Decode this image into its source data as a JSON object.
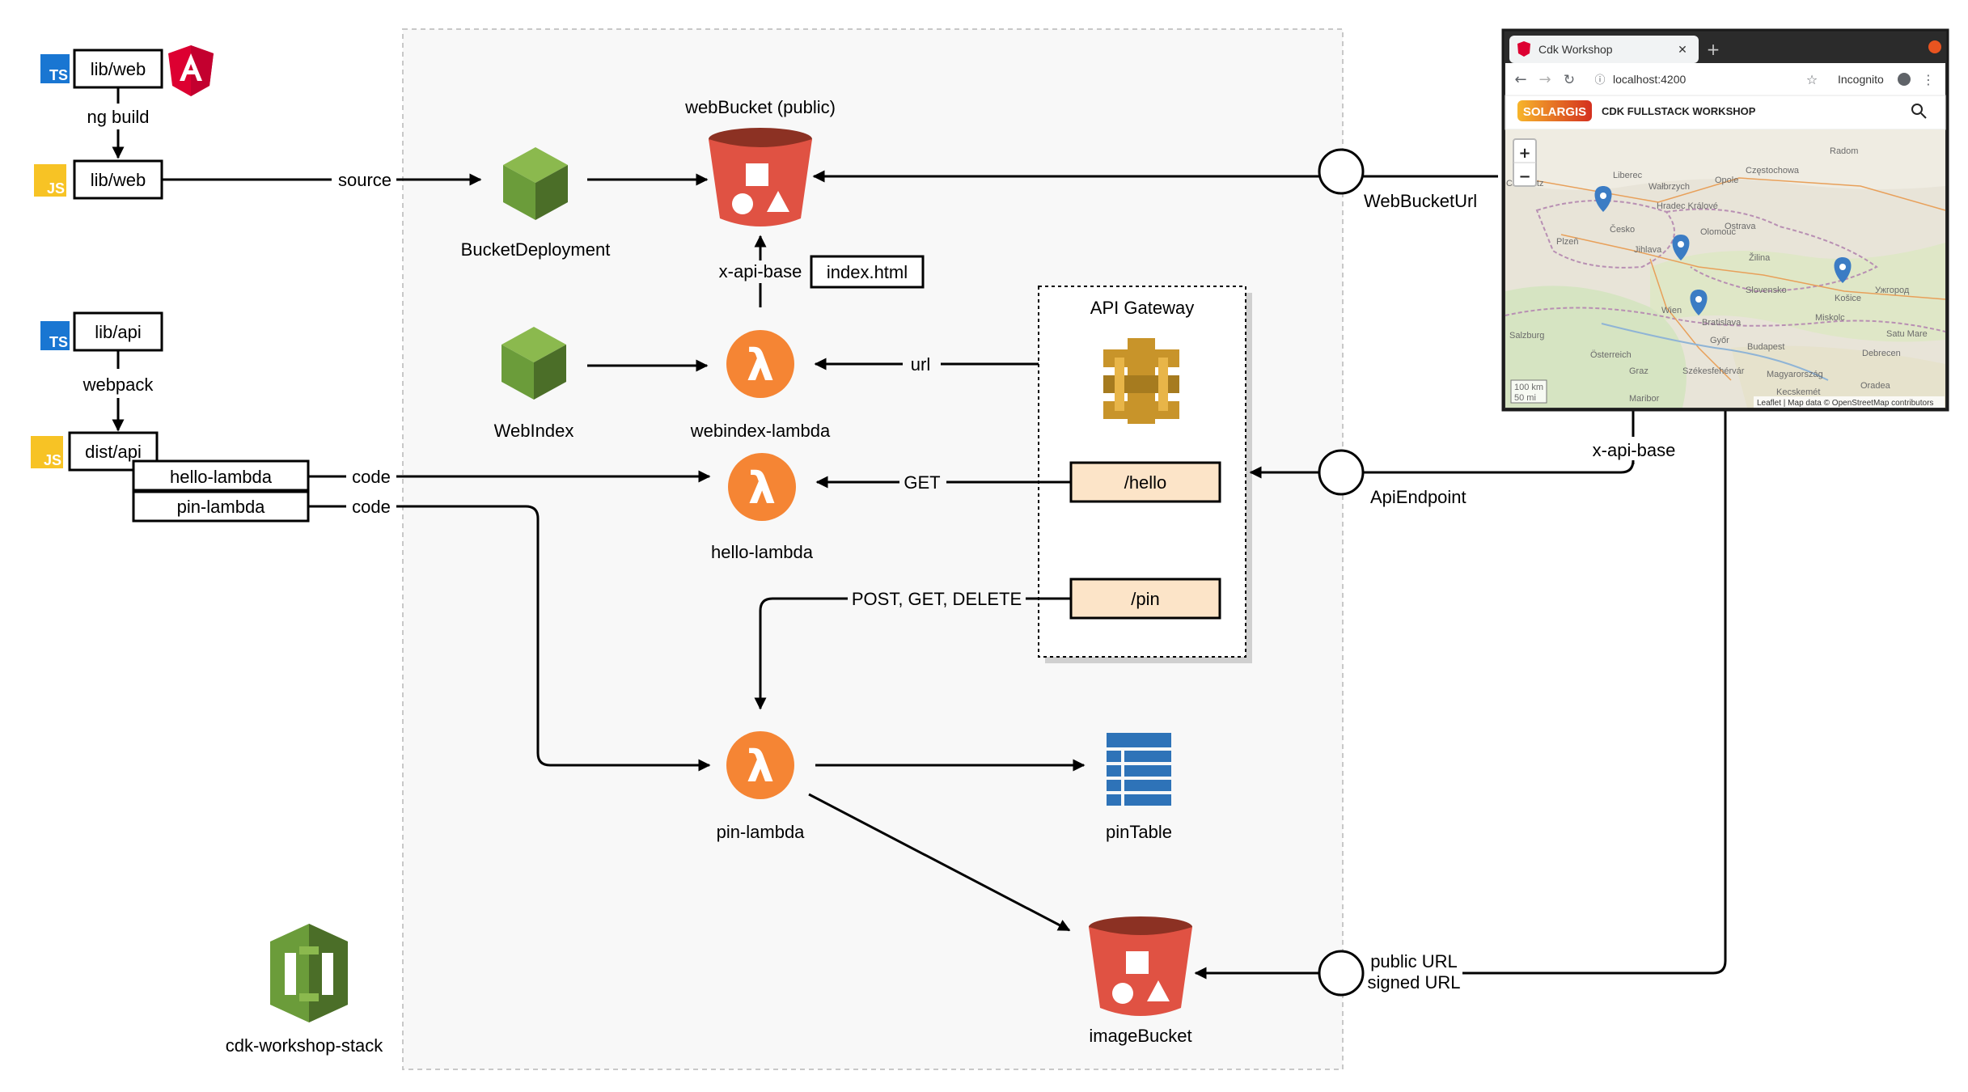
{
  "left": {
    "web_src_label": "lib/web",
    "ng_build_label": "ng build",
    "web_out_label": "lib/web",
    "source_label": "source",
    "api_src_label": "lib/api",
    "webpack_label": "webpack",
    "api_out_label": "dist/api",
    "hello_lambda_label": "hello-lambda",
    "pin_lambda_label": "pin-lambda",
    "code_label_1": "code",
    "code_label_2": "code",
    "ts_badge": "TS",
    "js_badge": "JS"
  },
  "stack": {
    "name": "cdk-workshop-stack",
    "bucket_deployment": "BucketDeployment",
    "web_bucket": "webBucket (public)",
    "x_api_base": "x-api-base",
    "index_html": "index.html",
    "web_index": "WebIndex",
    "webindex_lambda": "webindex-lambda",
    "url_label": "url",
    "hello_lambda": "hello-lambda",
    "get_label": "GET",
    "pin_methods": "POST, GET, DELETE",
    "pin_lambda": "pin-lambda",
    "pin_table": "pinTable",
    "image_bucket": "imageBucket"
  },
  "api_gateway": {
    "title": "API Gateway",
    "hello_route": "/hello",
    "pin_route": "/pin"
  },
  "outputs": {
    "web_bucket_url": "WebBucketUrl",
    "api_endpoint": "ApiEndpoint",
    "x_api_base": "x-api-base",
    "public_url": "public URL",
    "signed_url": "signed URL"
  },
  "browser": {
    "tab_title": "Cdk Workshop",
    "address": "localhost:4200",
    "incognito": "Incognito",
    "brand": "SOLARGIS",
    "app_title": "CDK FULLSTACK WORKSHOP",
    "zoom_in": "+",
    "zoom_out": "−",
    "scale_km": "100 km",
    "scale_mi": "50 mi",
    "attribution": "Leaflet | Map data © OpenStreetMap contributors",
    "map_labels": {
      "cesko": "Česko",
      "slovensko": "Slovensko",
      "osterreich": "Österreich",
      "magyarorszag": "Magyarország",
      "wien": "Wien",
      "bratislava": "Bratislava",
      "budapest": "Budapest",
      "graz": "Graz",
      "jihlava": "Jihlava",
      "liberec": "Liberec",
      "plzen": "Plzeň",
      "olomouc": "Olomouc",
      "ostrava": "Ostrava",
      "kosice": "Košice",
      "miskolc": "Miskolc",
      "zilina": "Žilina",
      "opole": "Opole",
      "czestochowa": "Częstochowa",
      "debrecen": "Debrecen",
      "gyor": "Győr",
      "salzburg": "Salzburg",
      "chemnitz": "Chemnitz",
      "hradec": "Hradec Králové",
      "radom": "Radom",
      "oradea": "Oradea",
      "satu_mare": "Satu Mare",
      "uzhorod": "Ужгород",
      "kecskemet": "Kecskemét",
      "maribor": "Maribor",
      "szekesfehervar": "Székesfehérvár",
      "walbrzych": "Wałbrzych"
    }
  },
  "colors": {
    "s3_red": "#e05243",
    "s3_dark": "#8c3123",
    "lambda_orange": "#f58534",
    "cdk_green": "#6b9c3a",
    "cdk_dark": "#4b6e28",
    "apigw_gold": "#c8942a",
    "dynamo_blue": "#2e73b8",
    "route_fill": "#fce4c8",
    "stack_bg": "#f8f8f8",
    "ts_blue": "#1976d2",
    "js_yellow": "#f7c325",
    "angular_red": "#dd0031",
    "solargis_orange": "#f08a1c"
  }
}
